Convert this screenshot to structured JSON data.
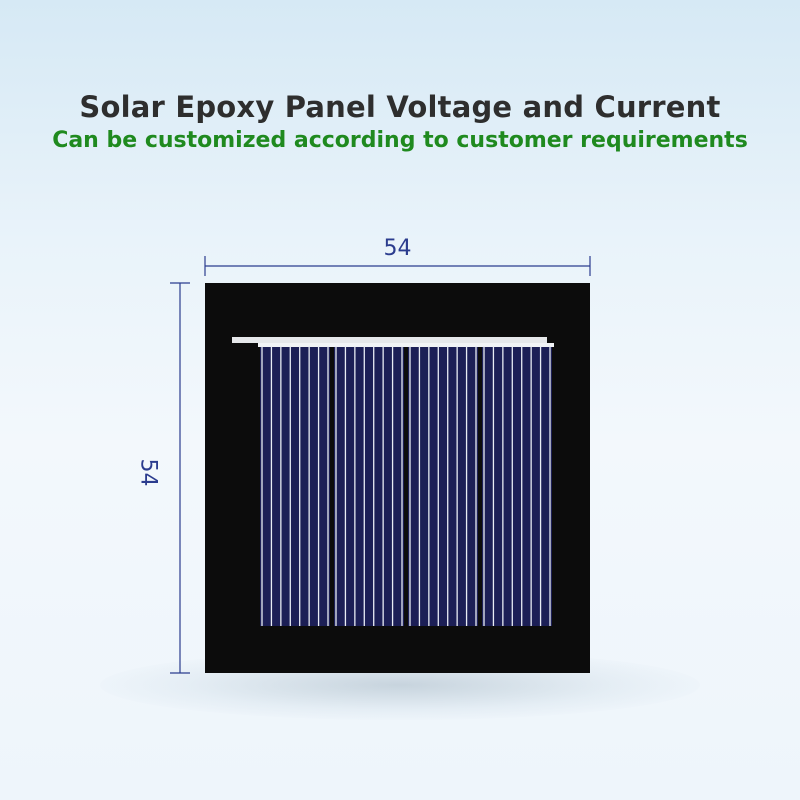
{
  "header": {
    "title": "Solar Epoxy Panel Voltage and Current",
    "subtitle": "Can be customized according to customer requirements"
  },
  "dimensions": {
    "width_label": "54",
    "height_label": "54"
  },
  "colors": {
    "title": "#2e2e2e",
    "subtitle": "#1f8a1f",
    "dimension": "#2b3c8e",
    "panel_background": "#0c0c0c",
    "cell": "#1c1f56",
    "gridline": "#e8ecf4"
  },
  "panel": {
    "cell_count": 4,
    "finger_lines_per_cell": 8
  }
}
